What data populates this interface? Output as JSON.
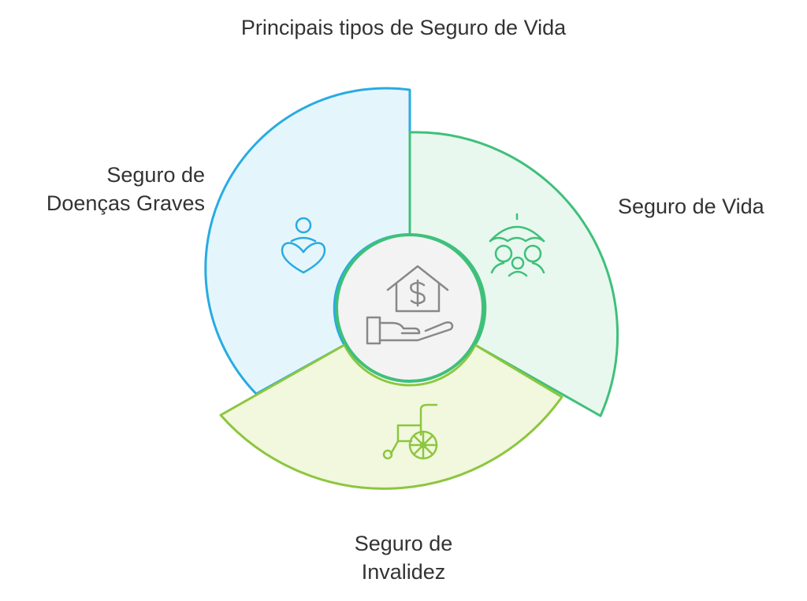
{
  "title": "Principais tipos de Seguro de Vida",
  "segments": [
    {
      "id": "doencas-graves",
      "lines": [
        "Seguro de",
        "Doenças Graves"
      ],
      "icon": "person-heart-icon",
      "fill": "#e4f6fc",
      "stroke": "#29abe2"
    },
    {
      "id": "vida",
      "lines": [
        "Seguro de Vida"
      ],
      "icon": "family-umbrella-icon",
      "fill": "#e8f8ee",
      "stroke": "#3fc07a"
    },
    {
      "id": "invalidez",
      "lines": [
        "Seguro de",
        "Invalidez"
      ],
      "icon": "wheelchair-icon",
      "fill": "#f1f8dd",
      "stroke": "#8dc63f"
    }
  ],
  "center": {
    "icon": "hand-house-dollar-icon",
    "fill": "#f3f3f3",
    "stroke": "#3fc07a"
  }
}
